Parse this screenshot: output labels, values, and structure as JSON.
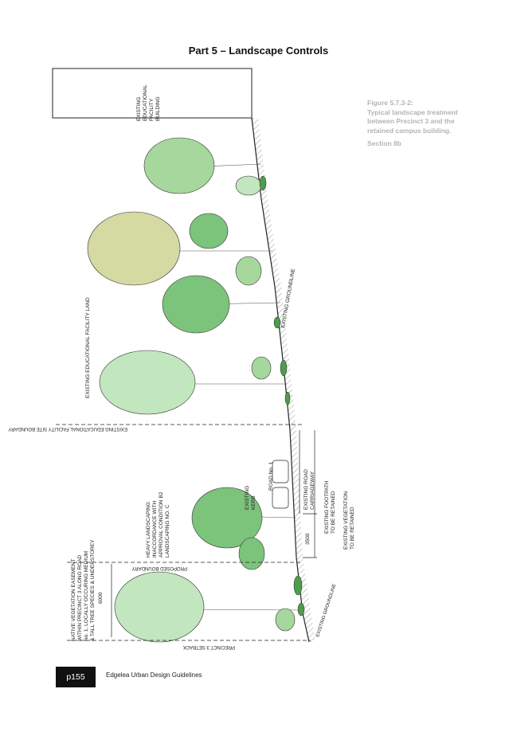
{
  "header": {
    "title": "Part 5 – Landscape Controls"
  },
  "caption": {
    "figure": "Figure 5.7.3-2:",
    "description": "Typical landscape treatment between Precinct 3 and the retained campus building.",
    "section": "Section 8b"
  },
  "drawing": {
    "labels": {
      "building": [
        "EXISTING",
        "EDUCATIONAL",
        "FACILITY",
        "BUILDING"
      ],
      "land": "EXISTING EDUCATIONAL FACILITY LAND",
      "groundline_top": "EXISTING GROUNDLINE",
      "site_boundary": "EXISTING EDUCATIONAL FACILITY SITE BOUNDARY",
      "kerb": [
        "EXISTING",
        "KERB"
      ],
      "road_no": "ROAD No. 1",
      "carriageway": [
        "EXISTING ROAD",
        "CARRIAGEWAY"
      ],
      "footpath": [
        "EXISTING FOOTPATH",
        "TO BE RETAINED"
      ],
      "vegetation": [
        "EXISTING VEGETATION",
        "TO BE RETAINED"
      ],
      "dim_3500": "3500",
      "heavy_landscaping": [
        "HEAVY LANDSCAPING",
        "INACCORDANCE WITH",
        "APPROVAL CONDITION B2",
        "LANDSCAPING NO. C"
      ],
      "native_easement": [
        "NATIVE VEGETATION EASEMENT",
        "WITHIN PRECINCT 3 ALONG ROAD",
        "No. 1, LOCALLY OCCURING MEDIUM",
        "& TALL TREE SPECIES & UNDERSTOREY"
      ],
      "dim_6000": "6000",
      "proposed_boundary": "PROPOSED BOUNDARY",
      "groundline_bottom": "EXISTING GROUNDLINE",
      "setback": "PRECINCT 3 SETBACK"
    }
  },
  "footer": {
    "page": "p155",
    "text": "Edgelea Urban Design Guidelines"
  },
  "colors": {
    "tree_light": "#c2e6bd",
    "tree_mid": "#a6d79d",
    "tree_dark": "#7cc37c",
    "tree_olive": "#d5d9a2",
    "ink": "#1c1c1c",
    "caption": "#b4b4b4"
  }
}
